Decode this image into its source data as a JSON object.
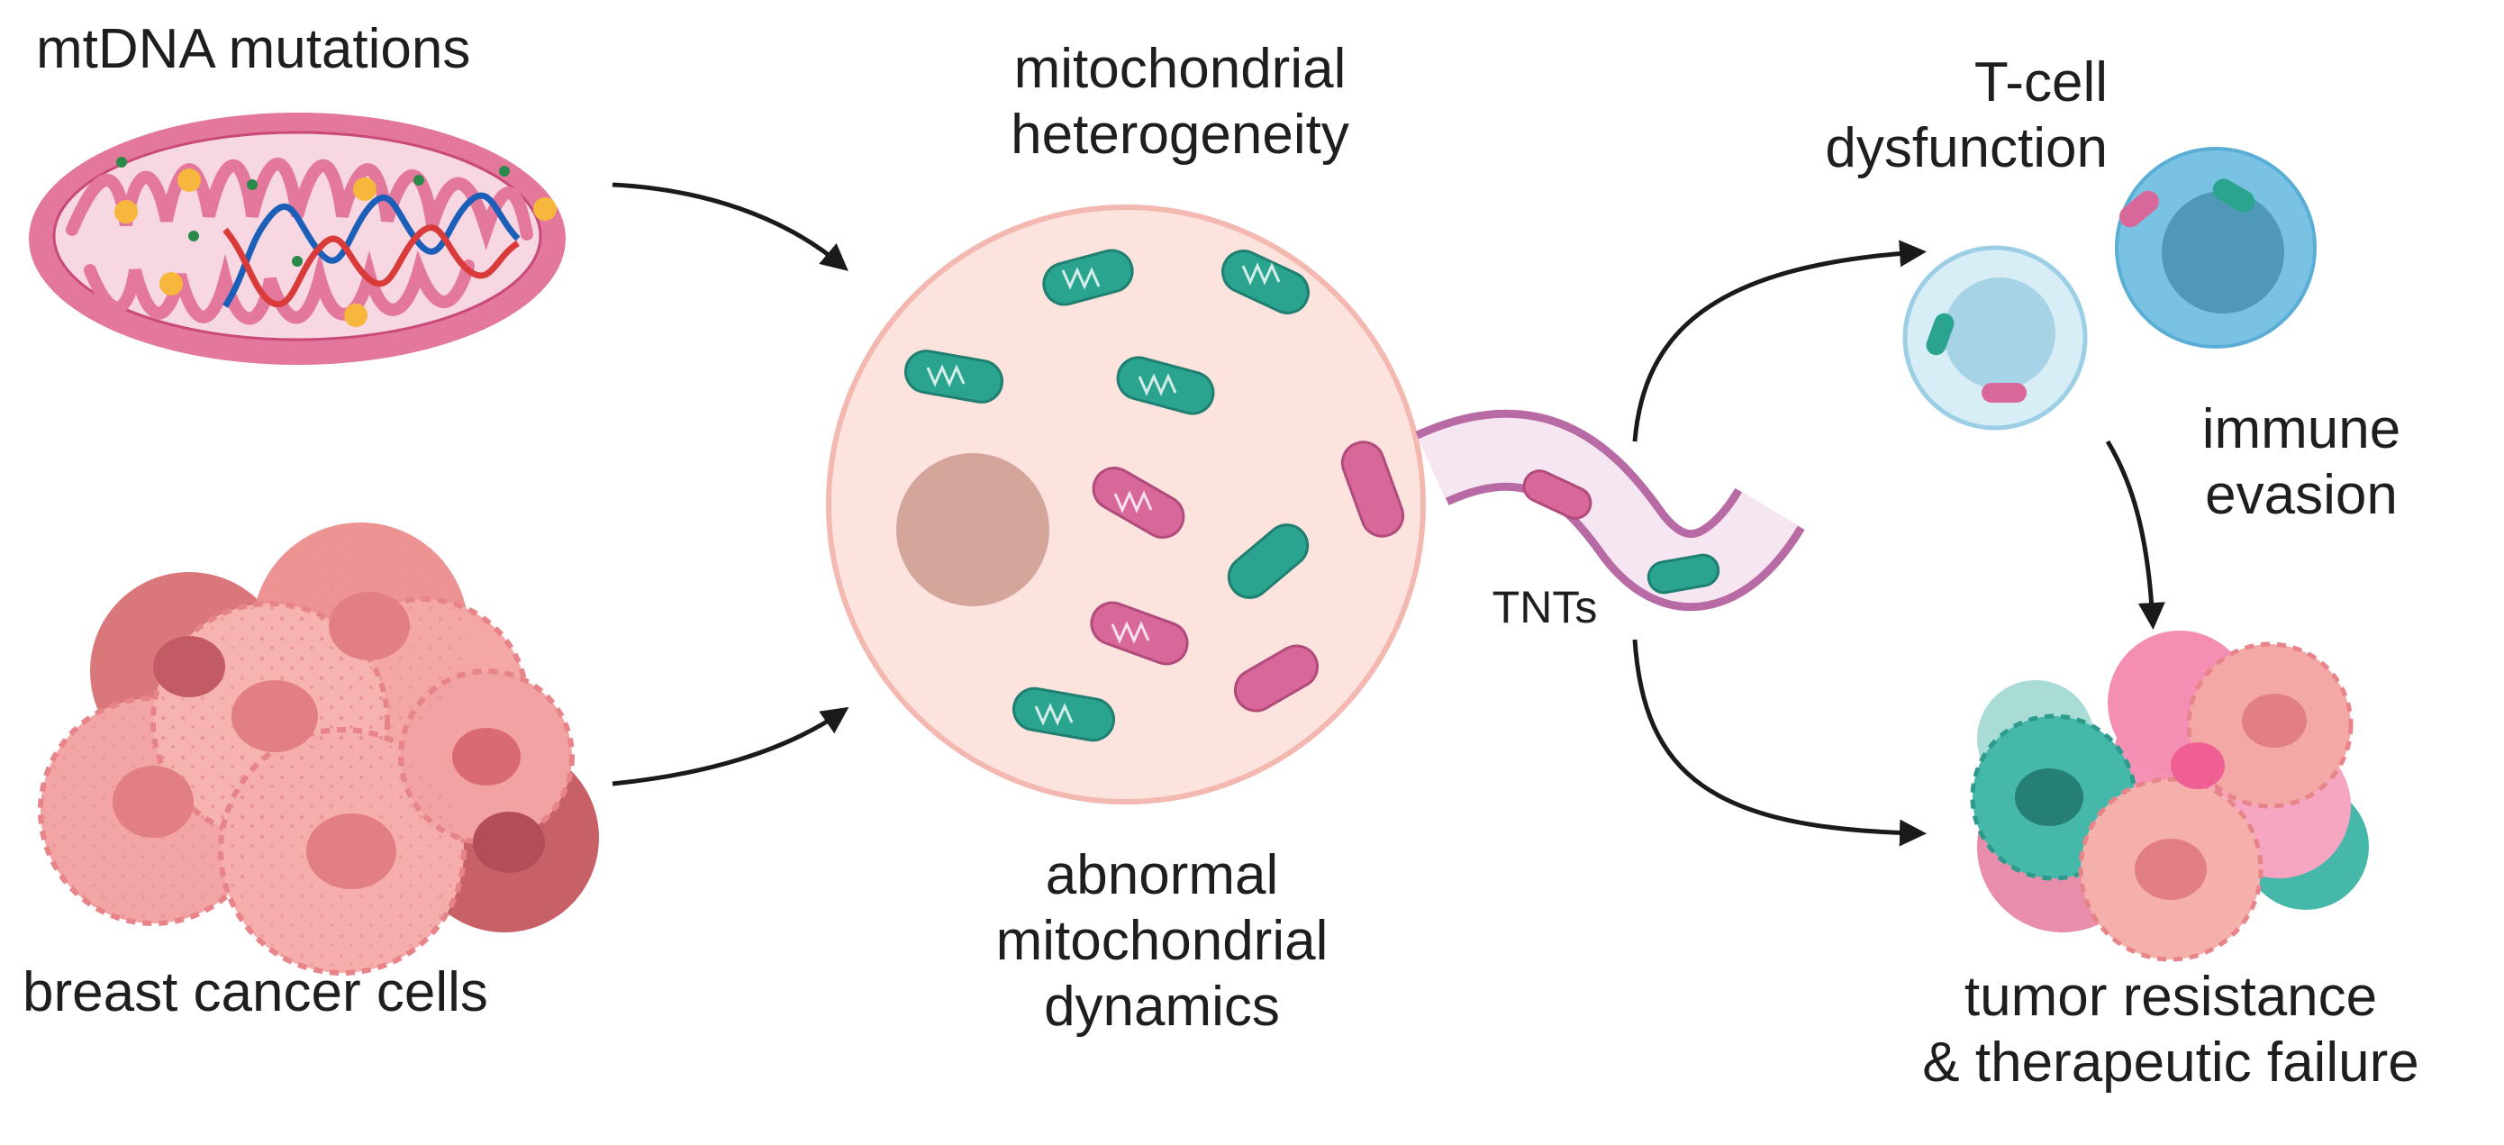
{
  "labels": {
    "mtdna": "mtDNA mutations",
    "breast": "breast cancer cells",
    "heterogeneity": [
      "mitochondrial",
      "heterogeneity"
    ],
    "dynamics": [
      "abnormal",
      "mitochondrial",
      "dynamics"
    ],
    "tnts": "TNTs",
    "tcell": [
      "T-cell",
      "dysfunction"
    ],
    "immune": [
      "immune",
      "evasion"
    ],
    "tumor": [
      "tumor resistance",
      "& therapeutic failure"
    ]
  },
  "colors": {
    "mito_outer": "#e4789c",
    "mito_inner": "#f7d7e1",
    "teal_mito": "#2aa38f",
    "pink_mito": "#d9689a",
    "cell_fill": "#fde3de",
    "cell_edge": "#f3b8b0",
    "nucleus": "#d4a59b",
    "cancer_pink": "#f2a4a4",
    "tcell_blue": "#7dc5e6",
    "tumor_teal": "#45b8aa",
    "arrow": "#1a1a1a"
  }
}
